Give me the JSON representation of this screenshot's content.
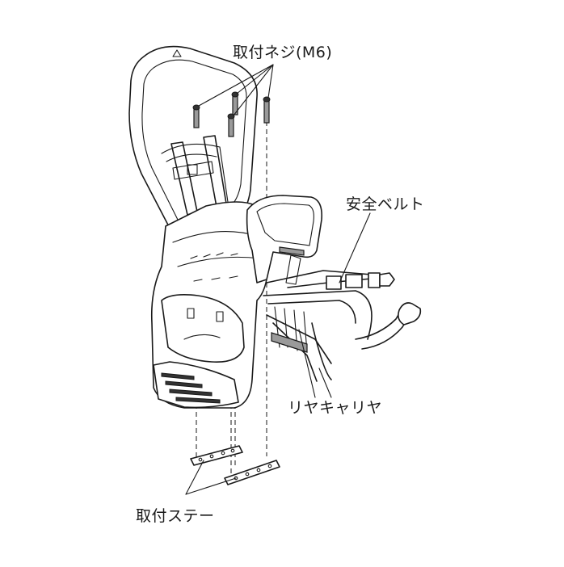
{
  "labels": {
    "screws": "取付ネジ(M6)",
    "belt": "安全ベルト",
    "carrier": "リヤキャリヤ",
    "stays": "取付ステー"
  }
}
